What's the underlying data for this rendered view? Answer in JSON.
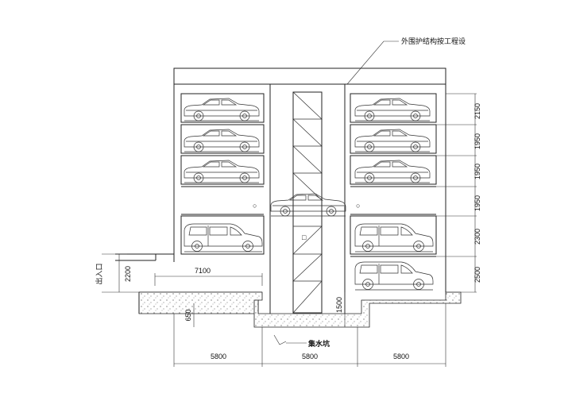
{
  "annotation": {
    "label": "外围护结构按工程设"
  },
  "entrance": {
    "label": "出入口"
  },
  "sump": {
    "label": "集水坑"
  },
  "dimensions": {
    "floor_heights": [
      "2150",
      "1950",
      "1950",
      "1950",
      "2300",
      "2500"
    ],
    "entrance_height": "2200",
    "ramp_length": "7100",
    "pit_depth_left": "650",
    "pit_depth_right": "1500",
    "bay_widths": [
      "5800",
      "5800",
      "5800"
    ]
  },
  "parking_levels": {
    "left_column": [
      "sedan",
      "sedan",
      "sedan",
      "empty",
      "van"
    ],
    "center_lift": [
      "sedan"
    ],
    "right_column": [
      "sedan",
      "sedan",
      "sedan",
      "empty",
      "van",
      "van"
    ]
  }
}
